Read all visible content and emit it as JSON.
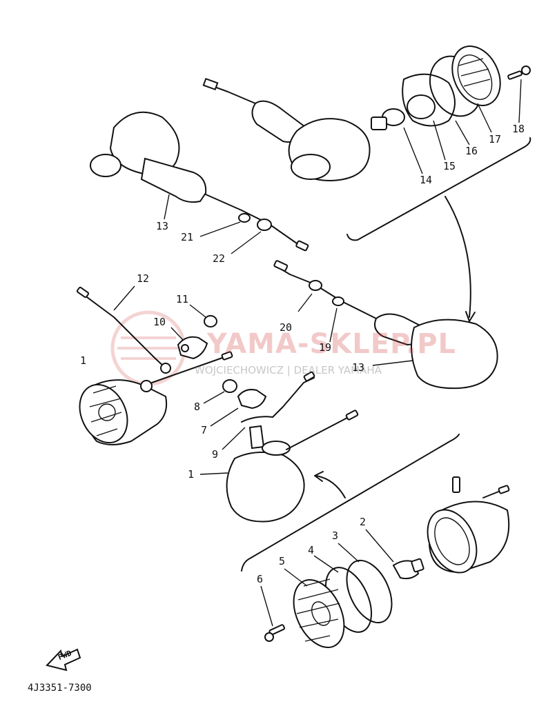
{
  "diagram": {
    "drawing_code": "4J3351-7300",
    "direction_marker": "FWD",
    "callouts": [
      {
        "id": "c1a",
        "text": "1"
      },
      {
        "id": "c1b",
        "text": "1"
      },
      {
        "id": "c2",
        "text": "2"
      },
      {
        "id": "c3",
        "text": "3"
      },
      {
        "id": "c4",
        "text": "4"
      },
      {
        "id": "c5",
        "text": "5"
      },
      {
        "id": "c6",
        "text": "6"
      },
      {
        "id": "c7",
        "text": "7"
      },
      {
        "id": "c8",
        "text": "8"
      },
      {
        "id": "c9",
        "text": "9"
      },
      {
        "id": "c10",
        "text": "10"
      },
      {
        "id": "c11",
        "text": "11"
      },
      {
        "id": "c12",
        "text": "12"
      },
      {
        "id": "c13a",
        "text": "13"
      },
      {
        "id": "c13b",
        "text": "13"
      },
      {
        "id": "c14",
        "text": "14"
      },
      {
        "id": "c15",
        "text": "15"
      },
      {
        "id": "c16",
        "text": "16"
      },
      {
        "id": "c17",
        "text": "17"
      },
      {
        "id": "c18",
        "text": "18"
      },
      {
        "id": "c19",
        "text": "19"
      },
      {
        "id": "c20",
        "text": "20"
      },
      {
        "id": "c21",
        "text": "21"
      },
      {
        "id": "c22",
        "text": "22"
      }
    ]
  },
  "watermark": {
    "name": "YAMA-SKLEP.PL",
    "subtitle": "WOJCIECHOWICZ | DEALER YAMAHA",
    "color": "#d23c3c"
  }
}
